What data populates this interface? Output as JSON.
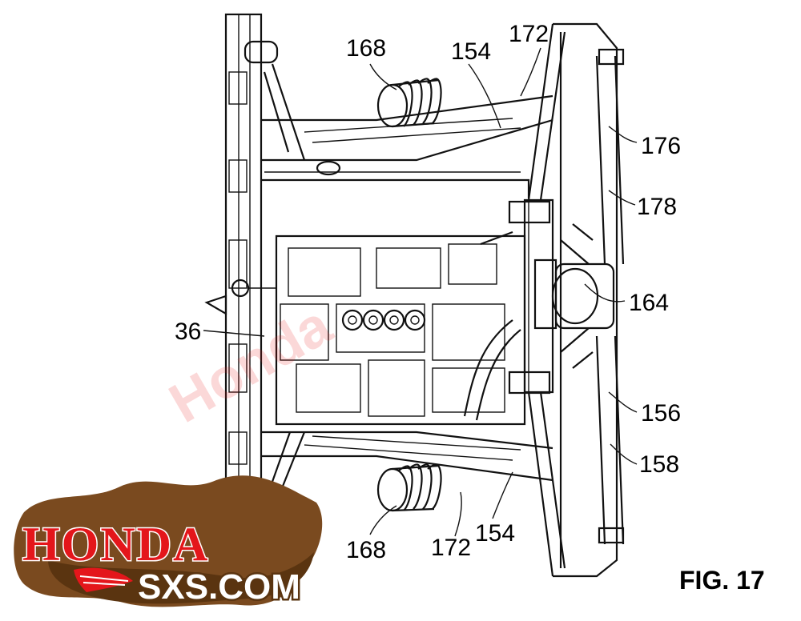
{
  "figure": {
    "caption": "FIG. 17",
    "labels": {
      "l168_top": "168",
      "l154_top": "154",
      "l172_top": "172",
      "l176": "176",
      "l178": "178",
      "l164": "164",
      "l36": "36",
      "l156": "156",
      "l158": "158",
      "l168_bottom": "168",
      "l172_bottom": "172",
      "l154_bottom": "154"
    }
  },
  "logo": {
    "brand": "HONDA",
    "site": "SXS.COM",
    "colors": {
      "red": "#e4161b",
      "mud": "#7a4a1f"
    }
  }
}
